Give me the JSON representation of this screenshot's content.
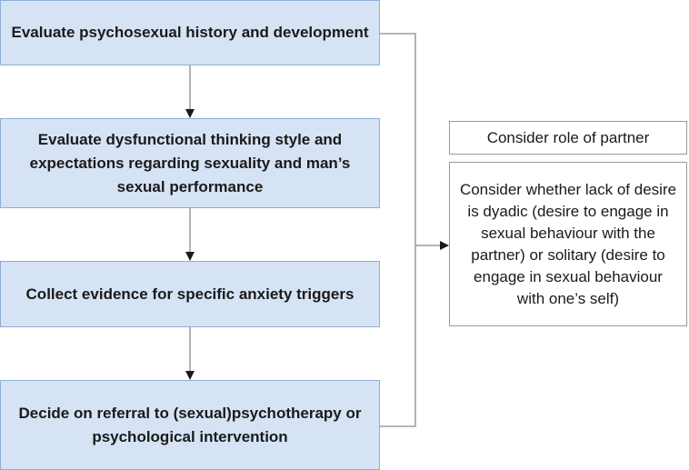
{
  "steps": [
    {
      "text": "Evaluate psychosexual history and development"
    },
    {
      "text": "Evaluate dysfunctional thinking style and expectations regarding sexuality and man’s sexual performance"
    },
    {
      "text": "Collect evidence for specific anxiety triggers"
    },
    {
      "text": "Decide on referral to (sexual)psychotherapy or psychological intervention"
    }
  ],
  "notes": [
    {
      "text": "Consider role of partner"
    },
    {
      "text": "Consider whether lack of desire is dyadic (desire to engage in sexual behaviour with the partner) or solitary (desire to engage in sexual behaviour with one’s self)"
    }
  ],
  "colors": {
    "step_fill": "#d6e3f5",
    "step_border": "#8faed6",
    "connector": "#8a8a8a",
    "arrowhead": "#1a1a1a"
  }
}
